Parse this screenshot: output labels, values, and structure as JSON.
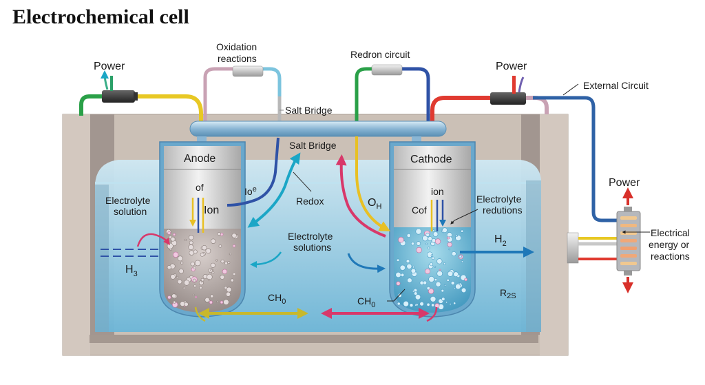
{
  "title": "Electrochemical cell",
  "labels": {
    "power_left": "Power",
    "oxidation_line1": "Oxidation",
    "oxidation_line2": "reactions",
    "salt_bridge_top": "Salt Bridge",
    "redron_circuit": "Redron circuit",
    "power_right": "Power",
    "external_circuit": "External Circuit",
    "anode": "Anode",
    "cathode": "Cathode",
    "salt_bridge_mid": "Salt Bridge",
    "redox": "Redox",
    "io_e_base": "Io",
    "io_e_sup": "e",
    "of": "of",
    "ion_anode": "Ion",
    "electrolyte_solution_line1": "Electrolyte",
    "electrolyte_solution_line2": "solution",
    "h3_base": "H",
    "h3_sub": "3",
    "electrolyte_solutions_line1": "Electrolyte",
    "electrolyte_solutions_line2": "solutions",
    "oh_base": "O",
    "oh_sub": "H",
    "ion_cathode": "ion",
    "cof": "Cof",
    "electrolyte_redutions_line1": "Electrolyte",
    "electrolyte_redutions_line2": "redutions",
    "h2_base": "H",
    "h2_sub": "2",
    "ch0_left_base": "CH",
    "ch0_left_sub": "0",
    "ch0_right_base": "CH",
    "ch0_right_sub": "0",
    "r2s_base": "R",
    "r2s_sub": "2S",
    "power_device": "Power",
    "electrical_line1": "Electrical",
    "electrical_line2": "energy or",
    "electrical_line3": "reactions"
  },
  "colors": {
    "electrolyte": "#8cc8e0",
    "tank_wall": "#c9bdb2",
    "pipe": "#9cc3dc",
    "wire_green": "#2aa048",
    "wire_yellow": "#e8c824",
    "wire_red": "#e03a30",
    "wire_blue": "#2f62a6",
    "wire_pink": "#c9a2b4",
    "arrow_magenta": "#d8386a",
    "arrow_cyan": "#1ba6c6",
    "arrow_olive": "#c8b82c"
  }
}
